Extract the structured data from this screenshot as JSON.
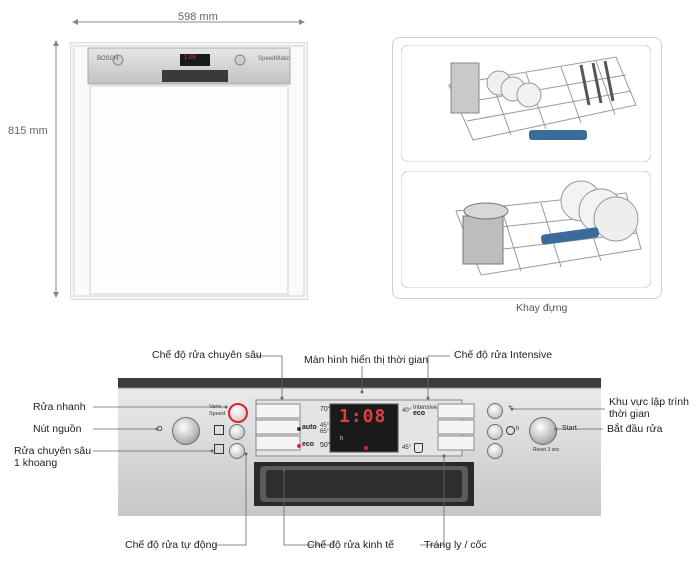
{
  "dimensions": {
    "width": "598 mm",
    "height": "815 mm"
  },
  "small_panel": {
    "brand": "BOSCH",
    "display": "1:08",
    "model": "SpeedMatic"
  },
  "rack_caption": "Khay đựng",
  "panel": {
    "display_time": "1:08",
    "varioSpeed": "Vario Speed",
    "power_symbol": "O",
    "program_temps": {
      "p70": "70°",
      "auto": "auto",
      "p45_65": "45° 65°",
      "eco": "eco",
      "p50": "50°"
    },
    "right_programs": {
      "intensive": "Intensive",
      "eco": "eco",
      "deg40": "40°",
      "deg45": "45°"
    },
    "small_symbols": {
      "h": "h",
      "plus": "+"
    },
    "start": "Start",
    "reset": "Reset 3 sec"
  },
  "annotations": {
    "intensive_program": "Chế độ rửa chuyên sâu",
    "time_display": "Màn hình hiển thị thời gian",
    "intensive": "Chế độ rửa  Intensive",
    "quick_wash": "Rửa nhanh",
    "power_button": "Nút nguồn",
    "half_load": "Rửa chuyên sâu\n1 khoang",
    "programming_area": "Khu vực lập trình\nthời gian",
    "start_wash": "Bắt đầu rửa",
    "auto_program": "Chế độ rửa tự động",
    "eco_program": "Chế độ rửa kinh tế",
    "glass_rinse": "Tráng ly / cốc"
  },
  "colors": {
    "accent_red": "#d8262b",
    "display_bg": "#1a1a1a",
    "steel": "#d9dadb"
  }
}
